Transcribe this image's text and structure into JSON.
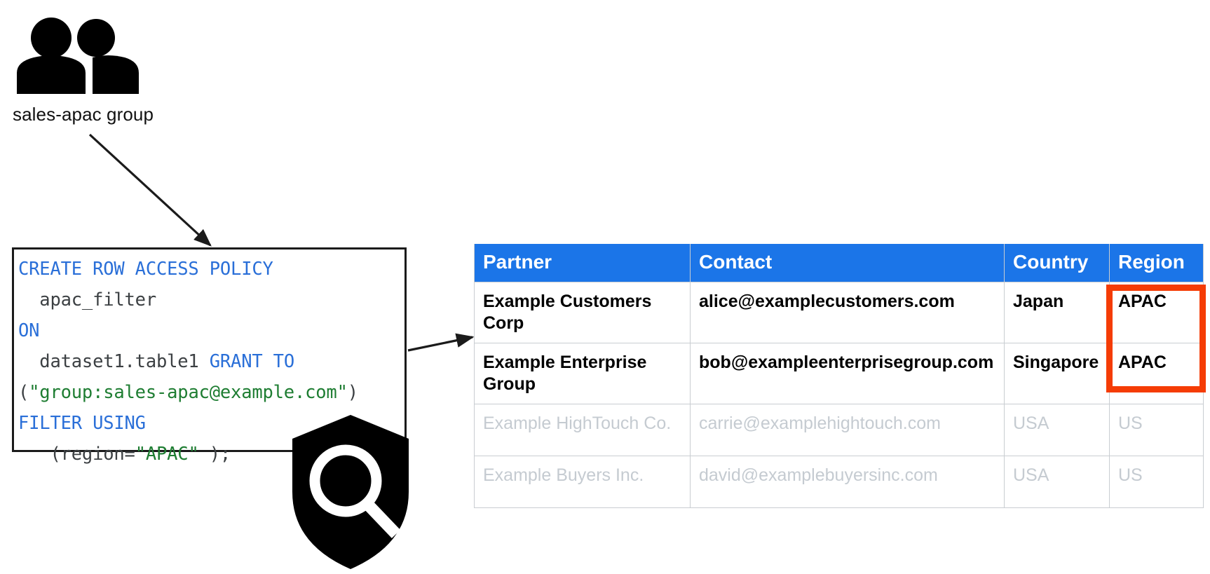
{
  "diagram": {
    "group": {
      "icon": "people-group-icon",
      "label": "sales-apac group"
    },
    "shield": {
      "icon": "shield-search-icon"
    },
    "arrows": [
      {
        "name": "group-to-policy-arrow",
        "from": "sales-apac group",
        "to": "row access policy"
      },
      {
        "name": "policy-to-table-arrow",
        "from": "row access policy",
        "to": "partner table"
      }
    ],
    "code": {
      "name": "row-access-policy-sql",
      "language": "sql",
      "lines": [
        [
          {
            "t": "CREATE ROW ACCESS POLICY",
            "c": "kw"
          }
        ],
        [
          {
            "t": "  apac_filter",
            "c": "pn"
          }
        ],
        [
          {
            "t": "ON",
            "c": "kw"
          }
        ],
        [
          {
            "t": "  dataset1.table1 ",
            "c": "pn"
          },
          {
            "t": "GRANT TO",
            "c": "kw"
          }
        ],
        [
          {
            "t": "(",
            "c": "pn"
          },
          {
            "t": "\"group:sales-apac@example.com\"",
            "c": "str"
          },
          {
            "t": ")",
            "c": "pn"
          }
        ],
        [
          {
            "t": "FILTER USING",
            "c": "kw"
          }
        ],
        [
          {
            "t": "   (region=",
            "c": "pn"
          },
          {
            "t": "\"APAC\"",
            "c": "str"
          },
          {
            "t": " );",
            "c": "pn"
          }
        ]
      ],
      "plain_text": "CREATE ROW ACCESS POLICY\n  apac_filter\nON\n  dataset1.table1 GRANT TO\n(\"group:sales-apac@example.com\")\nFILTER USING\n   (region=\"APAC\" );"
    }
  },
  "table": {
    "name": "partner-table",
    "headers": [
      "Partner",
      "Contact",
      "Country",
      "Region"
    ],
    "rows": [
      {
        "state": "visible",
        "cells": [
          "Example Customers Corp",
          "alice@examplecustomers.com",
          "Japan",
          "APAC"
        ]
      },
      {
        "state": "visible",
        "cells": [
          "Example Enterprise Group",
          "bob@exampleenterprisegroup.com",
          "Singapore",
          "APAC"
        ]
      },
      {
        "state": "filtered-out",
        "cells": [
          "Example HighTouch Co.",
          "carrie@examplehightouch.com",
          "USA",
          "US"
        ]
      },
      {
        "state": "filtered-out",
        "cells": [
          "Example Buyers Inc.",
          "david@examplebuyersinc.com",
          "USA",
          "US"
        ]
      }
    ],
    "highlight": {
      "name": "region-highlight-box",
      "column": "Region",
      "rows": [
        0,
        1
      ],
      "color": "#f53c05"
    }
  },
  "colors": {
    "header_blue": "#1b75e8",
    "highlight_red": "#f53c05",
    "keyword_blue": "#2a6fd8",
    "string_green": "#1e7d32",
    "muted_grey": "#c5cbd1",
    "border_grey": "#c9cdd1",
    "ink": "#1b1b1b"
  }
}
